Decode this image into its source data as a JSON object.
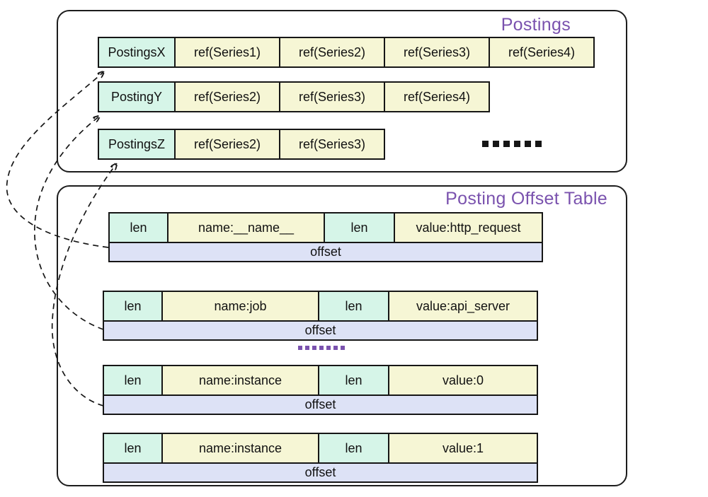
{
  "postings": {
    "title": "Postings",
    "rows": [
      {
        "label": "PostingsX",
        "refs": [
          "ref(Series1)",
          "ref(Series2)",
          "ref(Series3)",
          "ref(Series4)"
        ]
      },
      {
        "label": "PostingY",
        "refs": [
          "ref(Series2)",
          "ref(Series3)",
          "ref(Series4)"
        ]
      },
      {
        "label": "PostingsZ",
        "refs": [
          "ref(Series2)",
          "ref(Series3)"
        ]
      }
    ],
    "ellipsis_dot_count": 6
  },
  "offset_table": {
    "title": "Posting Offset Table",
    "separator_dot_count": 7,
    "entries": [
      {
        "cells": [
          "len",
          "name:__name__",
          "len",
          "value:http_request"
        ],
        "offset_label": "offset"
      },
      {
        "cells": [
          "len",
          "name:job",
          "len",
          "value:api_server"
        ],
        "offset_label": "offset"
      },
      {
        "cells": [
          "len",
          "name:instance",
          "len",
          "value:0"
        ],
        "offset_label": "offset"
      },
      {
        "cells": [
          "len",
          "name:instance",
          "len",
          "value:1"
        ],
        "offset_label": "offset"
      }
    ]
  },
  "colors": {
    "key_cell": "#d6f5e8",
    "value_cell": "#f6f6d5",
    "offset_cell": "#dde2f6",
    "title_accent": "#7a52ae",
    "line": "#111111"
  }
}
